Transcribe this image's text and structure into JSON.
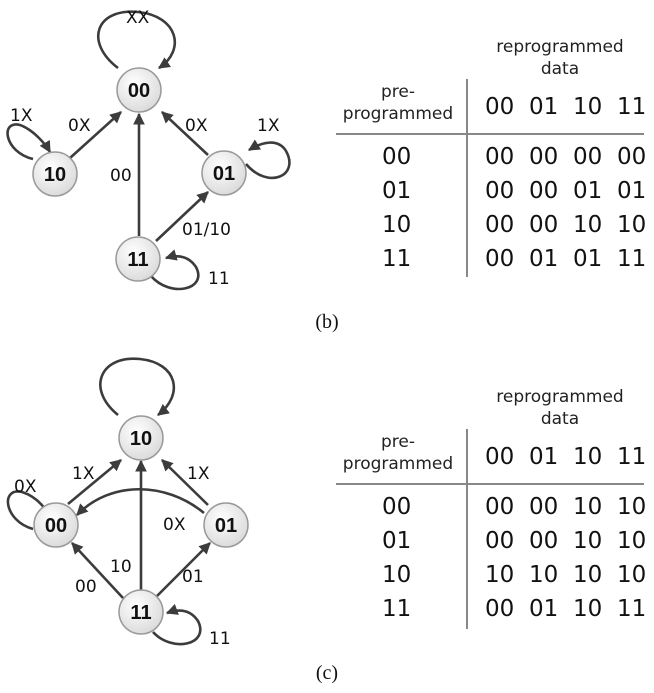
{
  "panel_b": {
    "caption": "(b)",
    "nodes": {
      "top": "00",
      "left": "10",
      "right": "01",
      "bottom": "11"
    },
    "edge_labels": {
      "top_self": "XX",
      "left_self": "1X",
      "left_to_top": "0X",
      "right_to_top": "0X",
      "right_self": "1X",
      "bottom_to_top": "00",
      "bottom_to_right": "01/10",
      "bottom_self": "11"
    },
    "table": {
      "top_header_line1": "reprogrammed",
      "top_header_line2": "data",
      "left_header_line1": "pre-",
      "left_header_line2": "programmed",
      "columns": [
        "00",
        "01",
        "10",
        "11"
      ],
      "rows": [
        {
          "label": "00",
          "cells": [
            "00",
            "00",
            "00",
            "00"
          ]
        },
        {
          "label": "01",
          "cells": [
            "00",
            "00",
            "01",
            "01"
          ]
        },
        {
          "label": "10",
          "cells": [
            "00",
            "00",
            "10",
            "10"
          ]
        },
        {
          "label": "11",
          "cells": [
            "00",
            "01",
            "01",
            "11"
          ]
        }
      ]
    }
  },
  "panel_c": {
    "caption": "(c)",
    "nodes": {
      "top": "10",
      "left": "00",
      "right": "01",
      "bottom": "11"
    },
    "edge_labels": {
      "left_self": "0X",
      "left_to_top": "1X",
      "right_to_top": "1X",
      "right_to_left": "0X",
      "bottom_to_top": "10",
      "bottom_to_left": "00",
      "bottom_to_right": "01",
      "bottom_self": "11"
    },
    "table": {
      "top_header_line1": "reprogrammed",
      "top_header_line2": "data",
      "left_header_line1": "pre-",
      "left_header_line2": "programmed",
      "columns": [
        "00",
        "01",
        "10",
        "11"
      ],
      "rows": [
        {
          "label": "00",
          "cells": [
            "00",
            "00",
            "10",
            "10"
          ]
        },
        {
          "label": "01",
          "cells": [
            "00",
            "00",
            "10",
            "10"
          ]
        },
        {
          "label": "10",
          "cells": [
            "10",
            "10",
            "10",
            "10"
          ]
        },
        {
          "label": "11",
          "cells": [
            "00",
            "01",
            "10",
            "11"
          ]
        }
      ]
    }
  }
}
